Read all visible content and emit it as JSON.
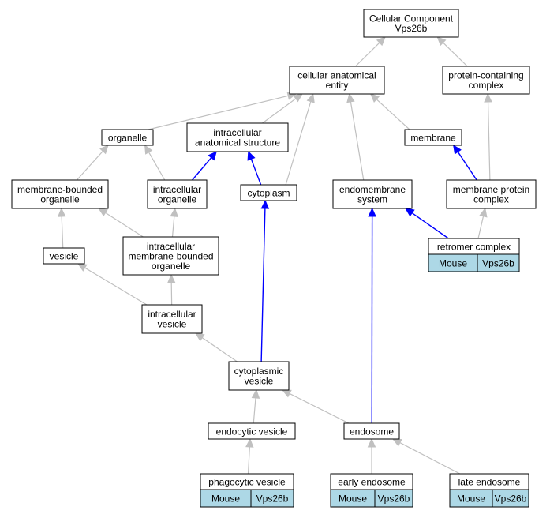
{
  "diagram": {
    "nodes": {
      "root": [
        "Cellular Component",
        "Vps26b"
      ],
      "cae": [
        "cellular anatomical",
        "entity"
      ],
      "pcc": [
        "protein-containing",
        "complex"
      ],
      "organelle": [
        "organelle"
      ],
      "ias": [
        "intracellular",
        "anatomical structure"
      ],
      "membrane": [
        "membrane"
      ],
      "mbo": [
        "membrane-bounded",
        "organelle"
      ],
      "io": [
        "intracellular",
        "organelle"
      ],
      "cytoplasm": [
        "cytoplasm"
      ],
      "es": [
        "endomembrane",
        "system"
      ],
      "mpc": [
        "membrane protein",
        "complex"
      ],
      "vesicle": [
        "vesicle"
      ],
      "imbo": [
        "intracellular",
        "membrane-bounded",
        "organelle"
      ],
      "retromer": [
        "retromer complex"
      ],
      "iv": [
        "intracellular",
        "vesicle"
      ],
      "cv": [
        "cytoplasmic",
        "vesicle"
      ],
      "endocytic": [
        "endocytic vesicle"
      ],
      "endosome": [
        "endosome"
      ],
      "phago": [
        "phagocytic vesicle"
      ],
      "early": [
        "early endosome"
      ],
      "late": [
        "late endosome"
      ]
    },
    "annotations": {
      "retromer": [
        "Mouse",
        "Vps26b"
      ],
      "phago": [
        "Mouse",
        "Vps26b"
      ],
      "early": [
        "Mouse",
        "Vps26b"
      ],
      "late": [
        "Mouse",
        "Vps26b"
      ]
    },
    "edges": [
      {
        "from": "cae",
        "to": "root",
        "color": "#c0c0c0"
      },
      {
        "from": "pcc",
        "to": "root",
        "color": "#c0c0c0"
      },
      {
        "from": "organelle",
        "to": "cae",
        "color": "#c0c0c0"
      },
      {
        "from": "ias",
        "to": "cae",
        "color": "#c0c0c0"
      },
      {
        "from": "membrane",
        "to": "cae",
        "color": "#c0c0c0"
      },
      {
        "from": "cytoplasm",
        "to": "cae",
        "color": "#c0c0c0"
      },
      {
        "from": "es",
        "to": "cae",
        "color": "#c0c0c0"
      },
      {
        "from": "mpc",
        "to": "pcc",
        "color": "#c0c0c0"
      },
      {
        "from": "mbo",
        "to": "organelle",
        "color": "#c0c0c0"
      },
      {
        "from": "io",
        "to": "organelle",
        "color": "#c0c0c0"
      },
      {
        "from": "io",
        "to": "ias",
        "color": "#0000ff"
      },
      {
        "from": "cytoplasm",
        "to": "ias",
        "color": "#0000ff"
      },
      {
        "from": "mpc",
        "to": "membrane",
        "color": "#0000ff"
      },
      {
        "from": "vesicle",
        "to": "mbo",
        "color": "#c0c0c0"
      },
      {
        "from": "imbo",
        "to": "mbo",
        "color": "#c0c0c0"
      },
      {
        "from": "imbo",
        "to": "io",
        "color": "#c0c0c0"
      },
      {
        "from": "retromer",
        "to": "es",
        "color": "#0000ff"
      },
      {
        "from": "retromer",
        "to": "mpc",
        "color": "#c0c0c0"
      },
      {
        "from": "iv",
        "to": "vesicle",
        "color": "#c0c0c0"
      },
      {
        "from": "iv",
        "to": "imbo",
        "color": "#c0c0c0"
      },
      {
        "from": "cv",
        "to": "iv",
        "color": "#c0c0c0"
      },
      {
        "from": "cv",
        "to": "cytoplasm",
        "color": "#0000ff"
      },
      {
        "from": "endocytic",
        "to": "cv",
        "color": "#c0c0c0"
      },
      {
        "from": "endosome",
        "to": "cv",
        "color": "#c0c0c0"
      },
      {
        "from": "endosome",
        "to": "es",
        "color": "#0000ff"
      },
      {
        "from": "phago",
        "to": "endocytic",
        "color": "#c0c0c0"
      },
      {
        "from": "early",
        "to": "endosome",
        "color": "#c0c0c0"
      },
      {
        "from": "late",
        "to": "endosome",
        "color": "#c0c0c0"
      }
    ]
  }
}
